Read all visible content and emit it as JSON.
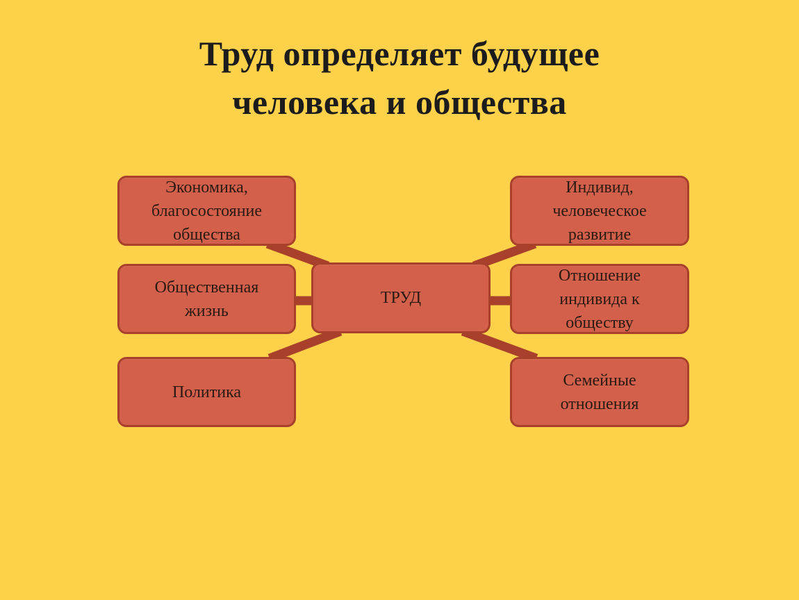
{
  "slide": {
    "title_line1": "Труд определяет будущее",
    "title_line2": "человека и общества",
    "background_color": "#fdd14a"
  },
  "diagram": {
    "center": {
      "label": "ТРУД"
    },
    "left": [
      {
        "label": "Экономика,\nблагосостояние\nобщества"
      },
      {
        "label": "Общественная\nжизнь"
      },
      {
        "label": "Политика"
      }
    ],
    "right": [
      {
        "label": "Индивид,\nчеловеческое\nразвитие"
      },
      {
        "label": "Отношение\nиндивида к\nобществу"
      },
      {
        "label": "Семейные\nотношения"
      }
    ],
    "colors": {
      "node_fill": "#d2604a",
      "node_border": "#a8402c",
      "connector": "#a8402c"
    }
  }
}
